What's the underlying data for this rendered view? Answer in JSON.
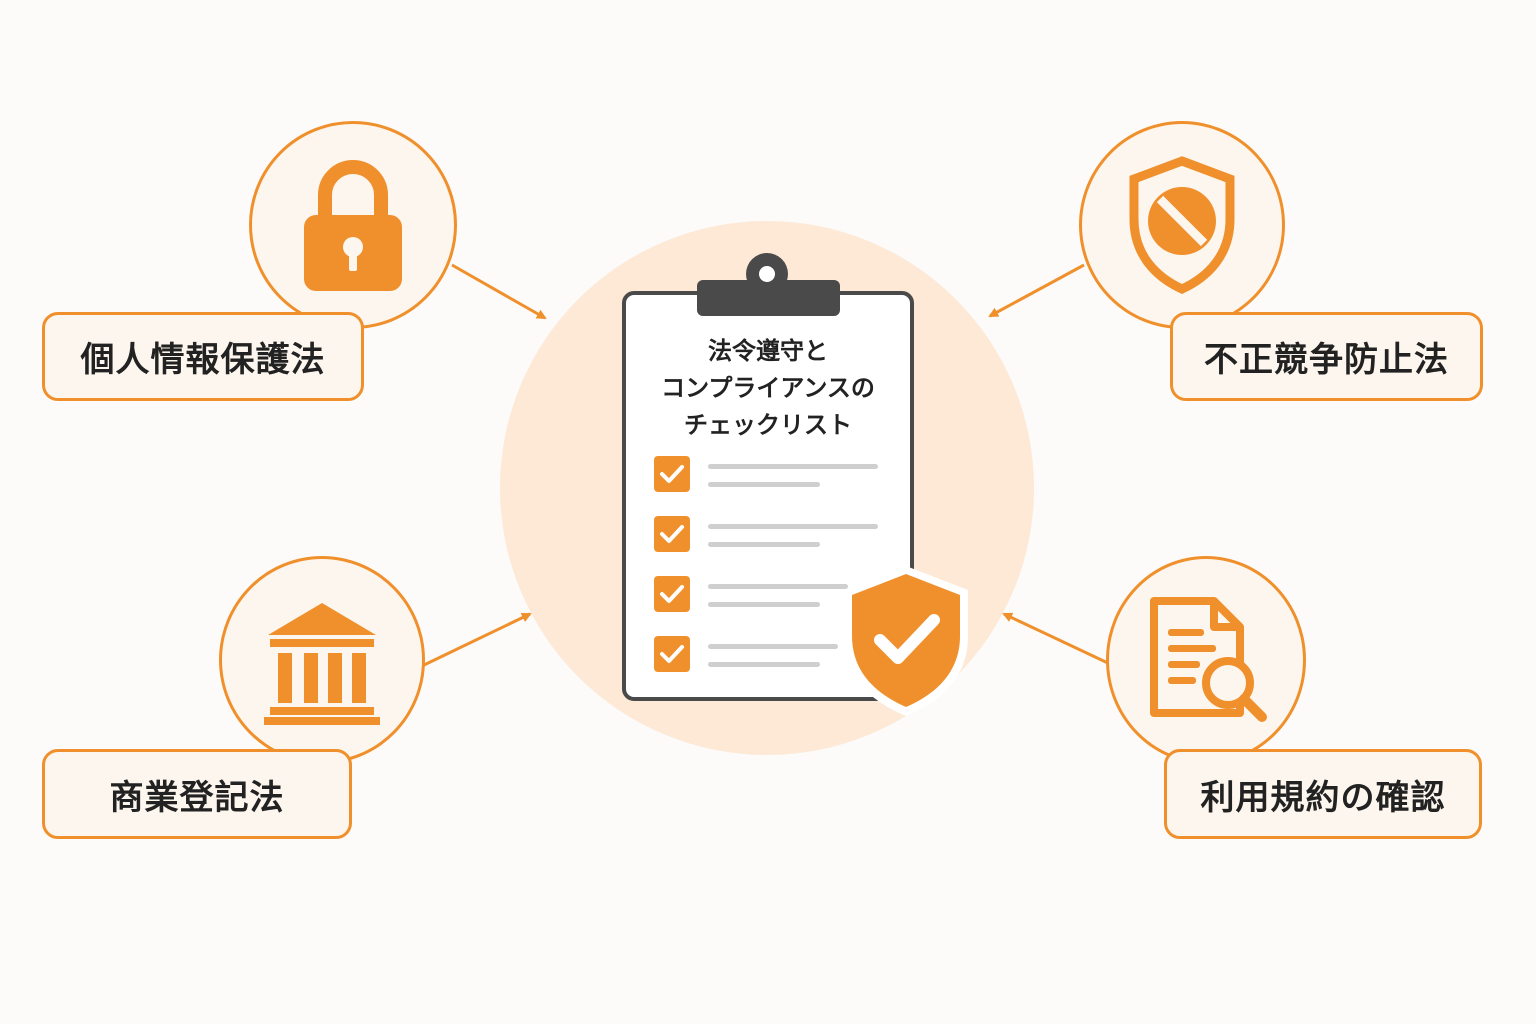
{
  "center": {
    "title_lines": [
      "法令遵守と",
      "コンプライアンスの",
      "チェックリスト"
    ],
    "checklist_count_icons": [
      "check-icon",
      "check-icon",
      "check-icon",
      "check-icon"
    ],
    "badge_icon": "shield-check-icon"
  },
  "nodes": {
    "top_left": {
      "label": "個人情報保護法",
      "icon": "padlock-icon"
    },
    "top_right": {
      "label": "不正競争防止法",
      "icon": "prohibited-shield-icon"
    },
    "bottom_left": {
      "label": "商業登記法",
      "icon": "government-building-icon"
    },
    "bottom_right": {
      "label": "利用規約の確認",
      "icon": "document-search-icon"
    }
  },
  "colors": {
    "accent": "#f0902c",
    "dark": "#4a4a4a",
    "glow": "#fde9d6",
    "box_fill": "#fdf6ee",
    "background": "#fcfbf9",
    "text": "#222222"
  }
}
